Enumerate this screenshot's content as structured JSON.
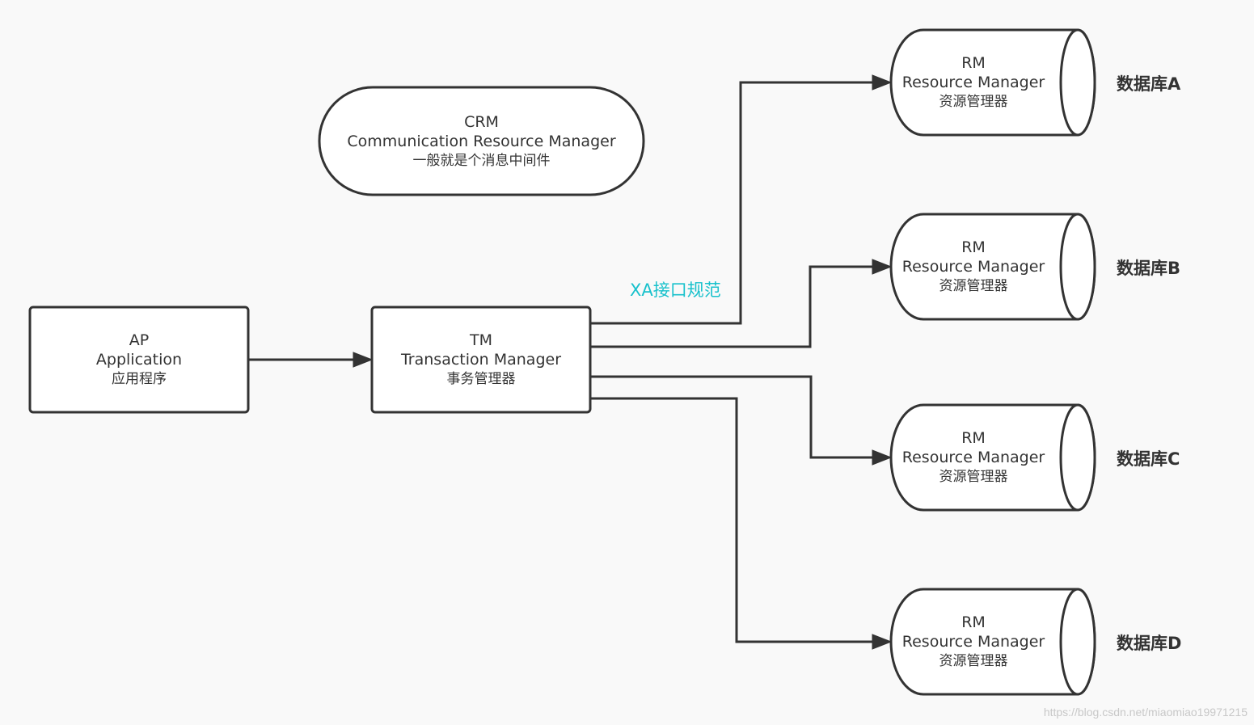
{
  "nodes": {
    "ap": {
      "line1": "AP",
      "line2": "Application",
      "line3": "应用程序"
    },
    "tm": {
      "line1": "TM",
      "line2": "Transaction Manager",
      "line3": "事务管理器"
    },
    "crm": {
      "line1": "CRM",
      "line2": "Communication Resource Manager",
      "line3": "一般就是个消息中间件"
    },
    "rm": [
      {
        "line1": "RM",
        "line2": "Resource Manager",
        "line3": "资源管理器",
        "db_label": "数据库A"
      },
      {
        "line1": "RM",
        "line2": "Resource Manager",
        "line3": "资源管理器",
        "db_label": "数据库B"
      },
      {
        "line1": "RM",
        "line2": "Resource Manager",
        "line3": "资源管理器",
        "db_label": "数据库C"
      },
      {
        "line1": "RM",
        "line2": "Resource Manager",
        "line3": "资源管理器",
        "db_label": "数据库D"
      }
    ]
  },
  "edges": {
    "xa_label": "XA接口规范"
  },
  "watermark": "https://blog.csdn.net/miaomiao19971215",
  "colors": {
    "background": "#f9f9f9",
    "stroke": "#333333",
    "text": "#333333",
    "accent_label": "#18c1cc",
    "watermark": "#c8c8c8"
  }
}
